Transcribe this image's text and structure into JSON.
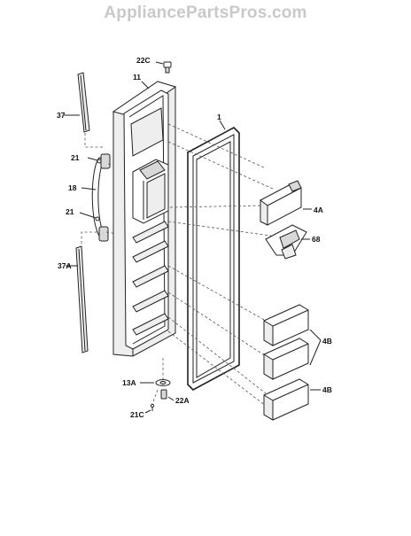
{
  "watermark": "AppliancePartsPros.com",
  "parts": [
    {
      "id": "22c",
      "label": "22C"
    },
    {
      "id": "11",
      "label": "11"
    },
    {
      "id": "37",
      "label": "37"
    },
    {
      "id": "1",
      "label": "1"
    },
    {
      "id": "21-top",
      "label": "21"
    },
    {
      "id": "18",
      "label": "18"
    },
    {
      "id": "21-bottom",
      "label": "21"
    },
    {
      "id": "4a",
      "label": "4A"
    },
    {
      "id": "68",
      "label": "68"
    },
    {
      "id": "37a",
      "label": "37A"
    },
    {
      "id": "4b-top",
      "label": "4B"
    },
    {
      "id": "4b-bottom",
      "label": "4B"
    },
    {
      "id": "13a",
      "label": "13A"
    },
    {
      "id": "22a",
      "label": "22A"
    },
    {
      "id": "21c",
      "label": "21C"
    }
  ]
}
